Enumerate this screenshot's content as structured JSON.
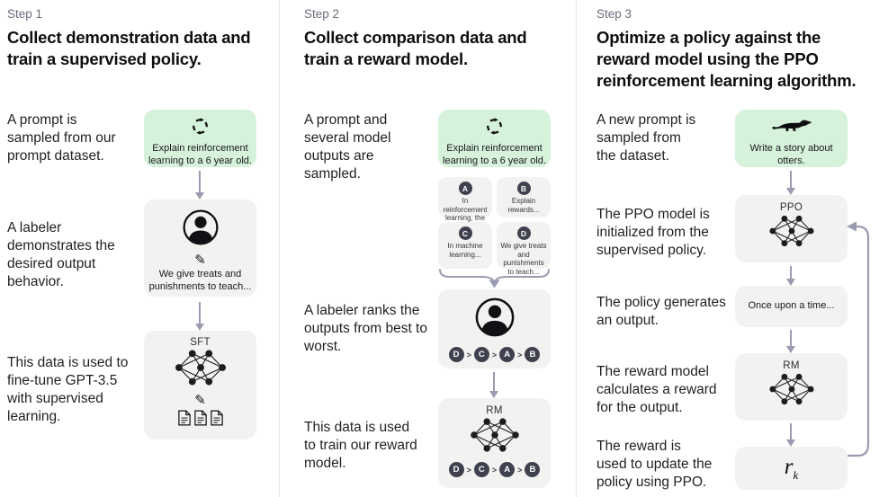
{
  "step1": {
    "step_label": "Step 1",
    "title": "Collect demonstration data and train a supervised policy.",
    "captions": {
      "prompt": "A prompt is sampled from our prompt dataset.",
      "labeler": "A labeler demonstrates the desired output behavior.",
      "finetune": "This data is used to fine-tune GPT-3.5 with supervised learning."
    },
    "prompt_box_text": "Explain reinforcement learning to a 6 year old.",
    "labeler_box_text": "We give treats and punishments to teach...",
    "sft_label": "SFT"
  },
  "step2": {
    "step_label": "Step 2",
    "title": "Collect comparison data and train a reward model.",
    "captions": {
      "sampled": "A prompt and several model outputs are sampled.",
      "ranks": "A labeler ranks the outputs from best to worst.",
      "train": "This data is used to train our reward model."
    },
    "prompt_box_text": "Explain reinforcement learning to a 6 year old.",
    "outputs": [
      {
        "id": "A",
        "text": "In reinforcement learning, the agent is..."
      },
      {
        "id": "B",
        "text": "Explain rewards..."
      },
      {
        "id": "C",
        "text": "In machine learning..."
      },
      {
        "id": "D",
        "text": "We give treats and punishments to teach..."
      }
    ],
    "ranking": [
      "D",
      "C",
      "A",
      "B"
    ],
    "ranking_separator": ">",
    "rm_label": "RM"
  },
  "step3": {
    "step_label": "Step 3",
    "title": "Optimize a policy against the reward model using the PPO reinforcement learning algorithm.",
    "captions": {
      "prompt": "A new prompt is sampled from the dataset.",
      "init": "The PPO model is initialized from the supervised policy.",
      "generates": "The policy generates an output.",
      "reward": "The reward model calculates a reward for the output.",
      "update": "The reward is used to update the policy using PPO."
    },
    "prompt_box_text": "Write a story about otters.",
    "ppo_label": "PPO",
    "output_box_text": "Once upon a time...",
    "rm_label": "RM",
    "reward_base": "r",
    "reward_sub": "k"
  },
  "icons": {
    "pencil_glyph": "✎",
    "prompt_sample": "cycle-icon",
    "labeler": "person-icon",
    "model": "neural-net-icon",
    "demonstrations": "document-icon",
    "otter_prompt": "otter-icon"
  },
  "colors": {
    "prompt_green": "#d6f2da",
    "box_gray": "#f2f2f0",
    "badge_dark": "#40414f",
    "arrow_gray": "#9a9bb0"
  }
}
